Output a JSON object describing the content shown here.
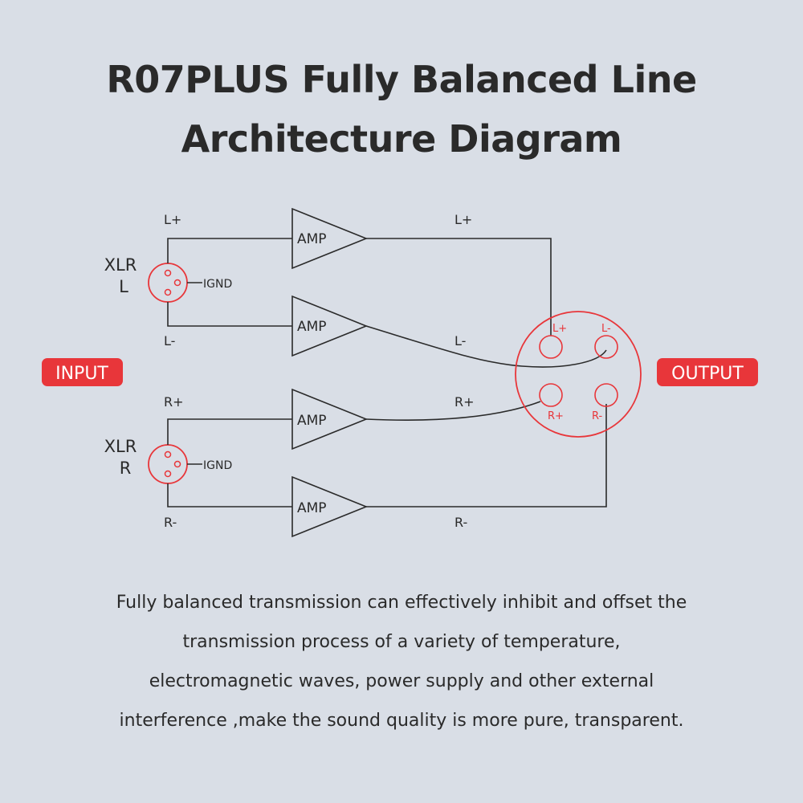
{
  "title": {
    "line1": "R07PLUS Fully Balanced Line",
    "line2": "Architecture Diagram"
  },
  "diagram": {
    "input_label": "INPUT",
    "output_label": "OUTPUT",
    "xlr_left": {
      "line1": "XLR",
      "line2": "L",
      "gnd": "IGND"
    },
    "xlr_right": {
      "line1": "XLR",
      "line2": "R",
      "gnd": "IGND"
    },
    "amp_label": "AMP",
    "signals": {
      "l_plus": "L+",
      "l_minus": "L-",
      "r_plus": "R+",
      "r_minus": "R-"
    },
    "output_pins": {
      "l_plus": "L+",
      "l_minus": "L-",
      "r_plus": "R+",
      "r_minus": "R-"
    },
    "colors": {
      "accent": "#e8363a",
      "line": "#2a2a2a",
      "background": "#d9dee6"
    }
  },
  "caption": {
    "line1": "Fully balanced transmission can effectively inhibit and offset the",
    "line2": "transmission process of a variety of temperature,",
    "line3": "electromagnetic waves, power supply and other external",
    "line4": "interference ,make the sound quality is more pure, transparent."
  }
}
